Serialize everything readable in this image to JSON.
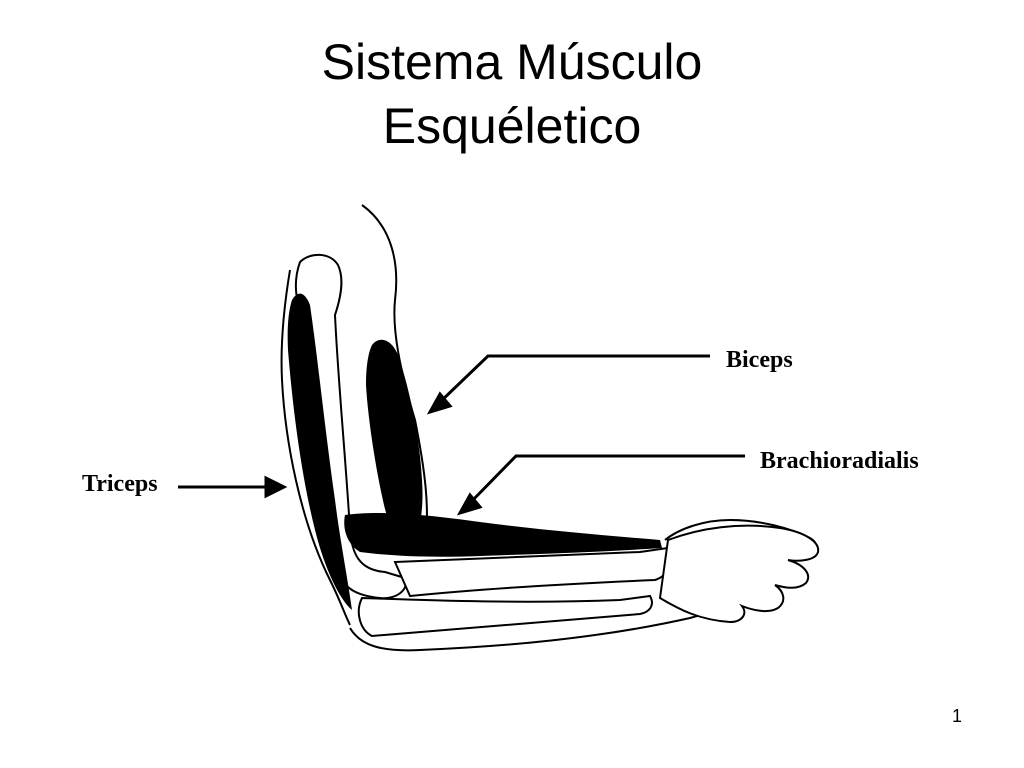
{
  "slide": {
    "title_line1": "Sistema Músculo",
    "title_line2": "Esquéletico",
    "page_number": "1"
  },
  "labels": {
    "biceps": "Biceps",
    "brachioradialis": "Brachioradialis",
    "triceps": "Triceps"
  },
  "colors": {
    "ink": "#000000",
    "background": "#ffffff"
  }
}
